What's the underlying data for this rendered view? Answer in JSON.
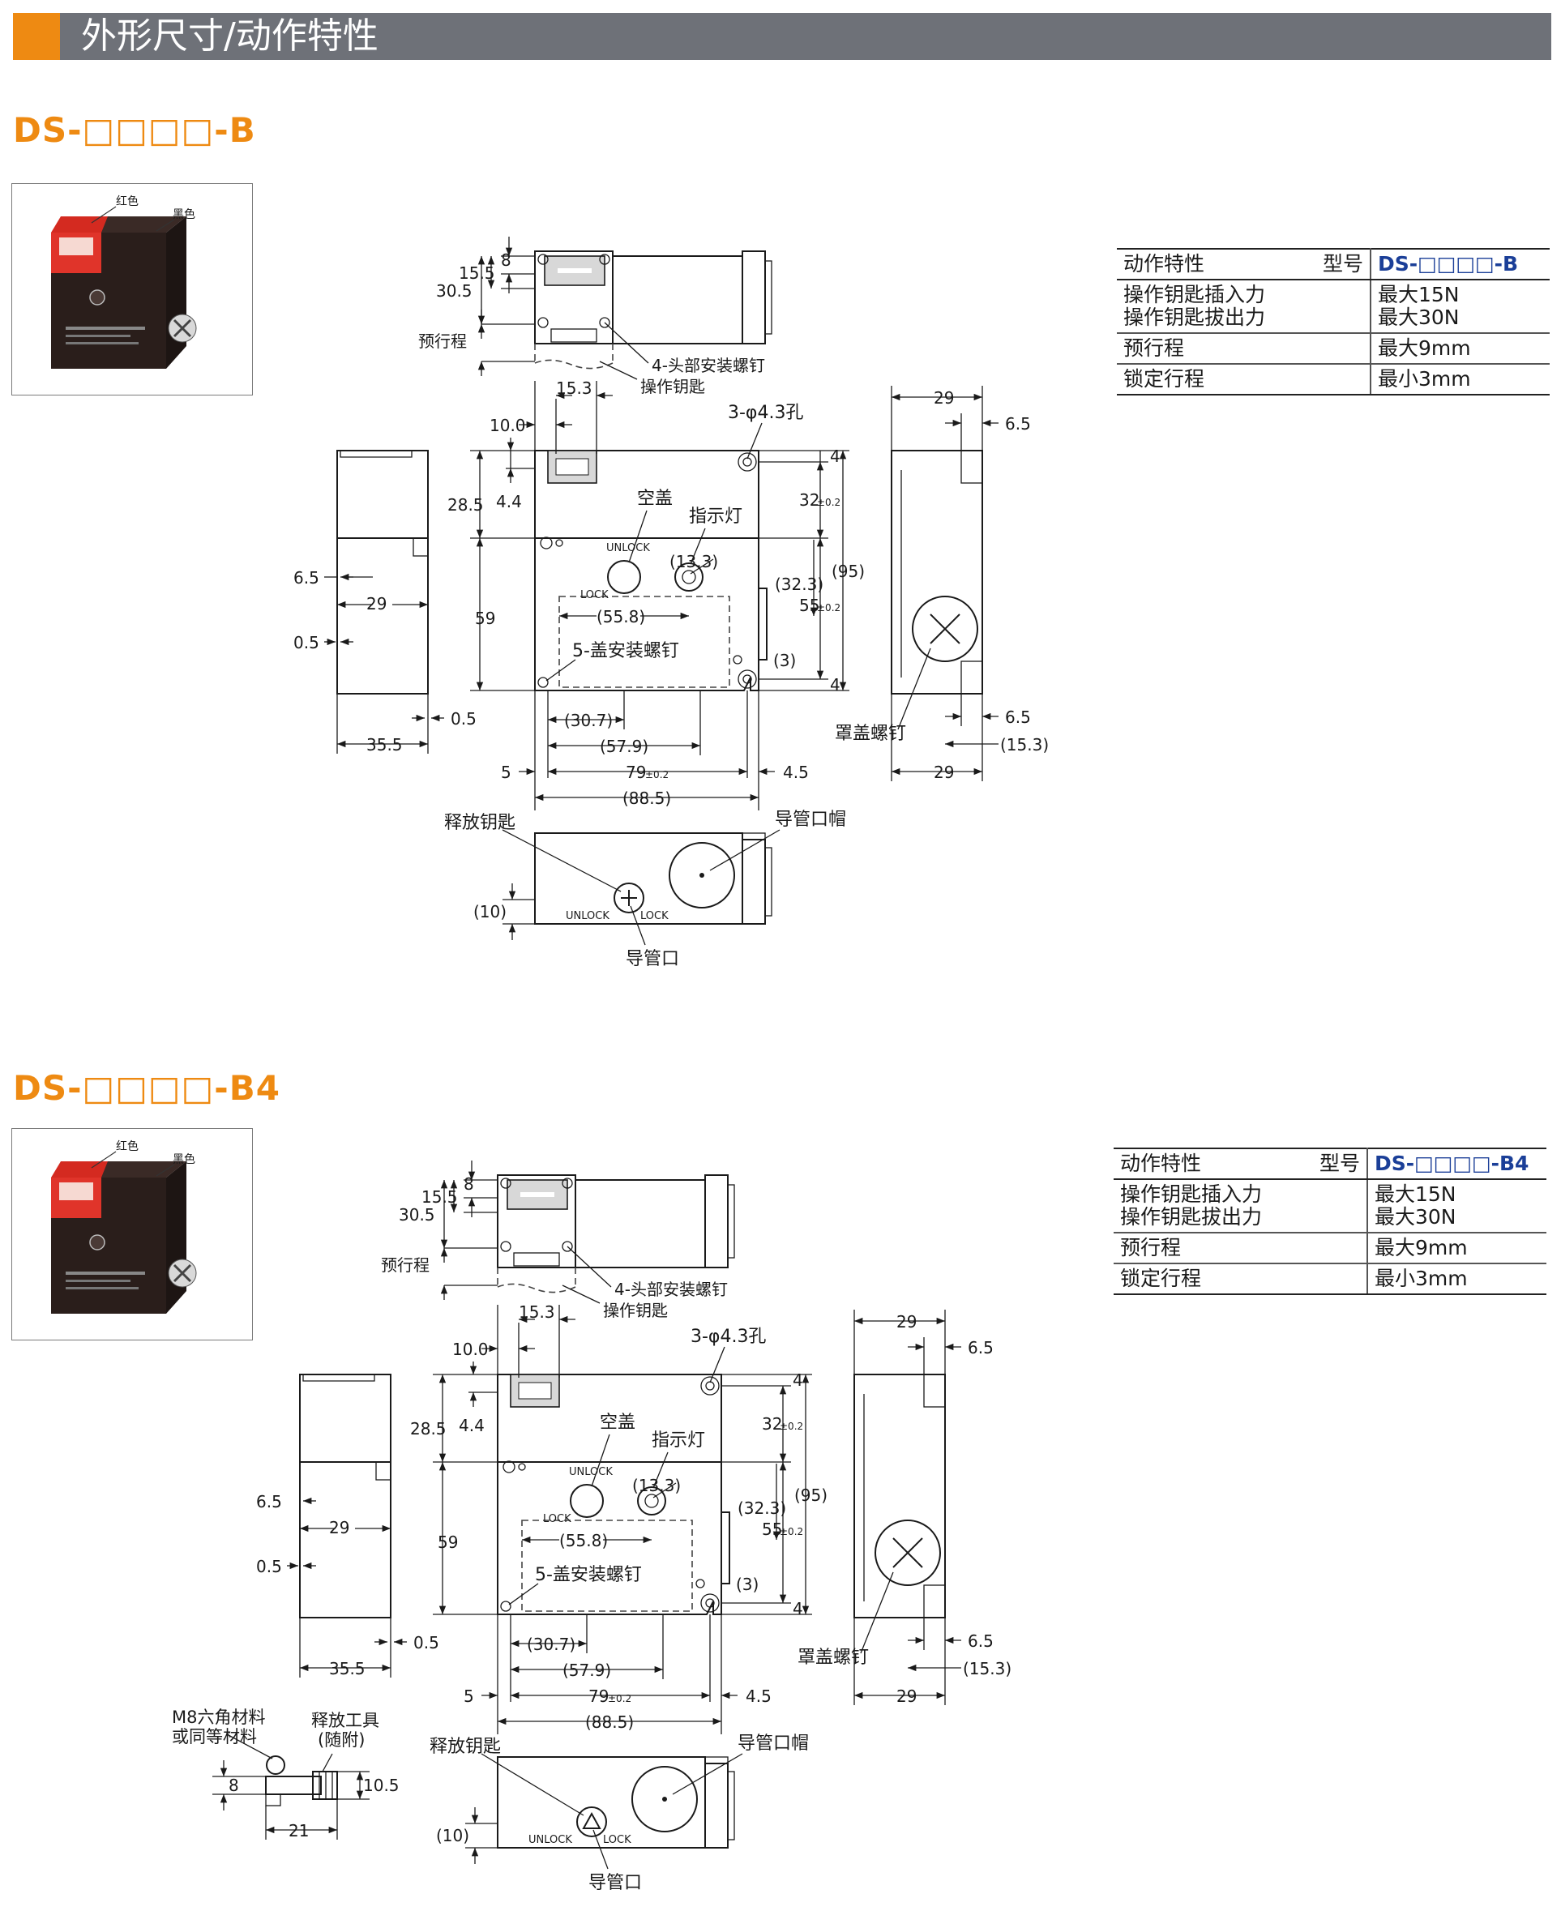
{
  "header": {
    "title": "外形尺寸/动作特性"
  },
  "sections": [
    {
      "model": "DS-□□□□-B",
      "photo_labels": {
        "red": "红色",
        "black": "黑色"
      },
      "table": {
        "head_left": "动作特性",
        "head_mid": "型号",
        "head_right": "DS-□□□□-B",
        "rows": [
          {
            "k1": "操作钥匙插入力",
            "k2": "操作钥匙拔出力",
            "v1": "最大15N",
            "v2": "最大30N"
          },
          {
            "k1": "预行程",
            "v1": "最大9mm"
          },
          {
            "k1": "锁定行程",
            "v1": "最小3mm"
          }
        ]
      },
      "top_view": {
        "d8": "8",
        "d15_5": "15.5",
        "d30_5": "30.5",
        "pretravel": "预行程",
        "screws": "4-头部安装螺钉",
        "key": "操作钥匙"
      },
      "front_view": {
        "d15_3": "15.3",
        "d10_0": "10.0",
        "holes": "3-φ4.3孔",
        "d28_5": "28.5",
        "d4_4": "4.4",
        "blank_cover": "空盖",
        "indicator": "指示灯",
        "unlock": "UNLOCK",
        "lock": "LOCK",
        "d13_3": "(13.3)",
        "d32_3": "(32.3)",
        "d55_8": "(55.8)",
        "cover_screws": "5-盖安装螺钉",
        "d59": "59",
        "d4a": "4",
        "d4b": "4",
        "d32": "32",
        "tol32": "±0.2",
        "d55": "55",
        "tol55": "±0.2",
        "d95": "(95)",
        "d3": "(3)",
        "d30_7": "(30.7)",
        "d57_9": "(57.9)",
        "d5": "5",
        "d79": "79",
        "tol79": "±0.2",
        "d4_5": "4.5",
        "d88_5": "(88.5)"
      },
      "left_view": {
        "d6_5": "6.5",
        "d29": "29",
        "d0_5a": "0.5",
        "d0_5b": "0.5",
        "d35_5": "35.5"
      },
      "right_view": {
        "d29a": "29",
        "d6_5a": "6.5",
        "cap_screw": "罩盖螺钉",
        "d6_5b": "6.5",
        "d15_3": "(15.3)",
        "d29b": "29"
      },
      "bottom_view": {
        "release_key": "释放钥匙",
        "conduit_cap": "导管口帽",
        "d10": "(10)",
        "unlock": "UNLOCK",
        "lock": "LOCK",
        "conduit": "导管口"
      }
    },
    {
      "model": "DS-□□□□-B4",
      "photo_labels": {
        "red": "红色",
        "black": "黑色"
      },
      "table": {
        "head_left": "动作特性",
        "head_mid": "型号",
        "head_right": "DS-□□□□-B4",
        "rows": [
          {
            "k1": "操作钥匙插入力",
            "k2": "操作钥匙拔出力",
            "v1": "最大15N",
            "v2": "最大30N"
          },
          {
            "k1": "预行程",
            "v1": "最大9mm"
          },
          {
            "k1": "锁定行程",
            "v1": "最小3mm"
          }
        ]
      },
      "top_view": {
        "d8": "8",
        "d15_5": "15.5",
        "d30_5": "30.5",
        "pretravel": "预行程",
        "screws": "4-头部安装螺钉",
        "key": "操作钥匙"
      },
      "front_view": {
        "d15_3": "15.3",
        "d10_0": "10.0",
        "holes": "3-φ4.3孔",
        "d28_5": "28.5",
        "d4_4": "4.4",
        "blank_cover": "空盖",
        "indicator": "指示灯",
        "unlock": "UNLOCK",
        "lock": "LOCK",
        "d13_3": "(13.3)",
        "d32_3": "(32.3)",
        "d55_8": "(55.8)",
        "cover_screws": "5-盖安装螺钉",
        "d59": "59",
        "d4a": "4",
        "d4b": "4",
        "d32": "32",
        "tol32": "±0.2",
        "d55": "55",
        "tol55": "±0.2",
        "d95": "(95)",
        "d3": "(3)",
        "d30_7": "(30.7)",
        "d57_9": "(57.9)",
        "d5": "5",
        "d79": "79",
        "tol79": "±0.2",
        "d4_5": "4.5",
        "d88_5": "(88.5)"
      },
      "left_view": {
        "d6_5": "6.5",
        "d29": "29",
        "d0_5a": "0.5",
        "d0_5b": "0.5",
        "d35_5": "35.5"
      },
      "right_view": {
        "d29a": "29",
        "d6_5a": "6.5",
        "cap_screw": "罩盖螺钉",
        "d6_5b": "6.5",
        "d15_3": "(15.3)",
        "d29b": "29"
      },
      "bottom_view": {
        "release_key": "释放钥匙",
        "conduit_cap": "导管口帽",
        "d10": "(10)",
        "unlock": "UNLOCK",
        "lock": "LOCK",
        "conduit": "导管口"
      },
      "tool": {
        "material1": "M8六角材料",
        "material2": "或同等材料",
        "tool1": "释放工具",
        "tool2": "(随附)",
        "d8": "8",
        "d10_5": "10.5",
        "d21": "21"
      }
    }
  ]
}
